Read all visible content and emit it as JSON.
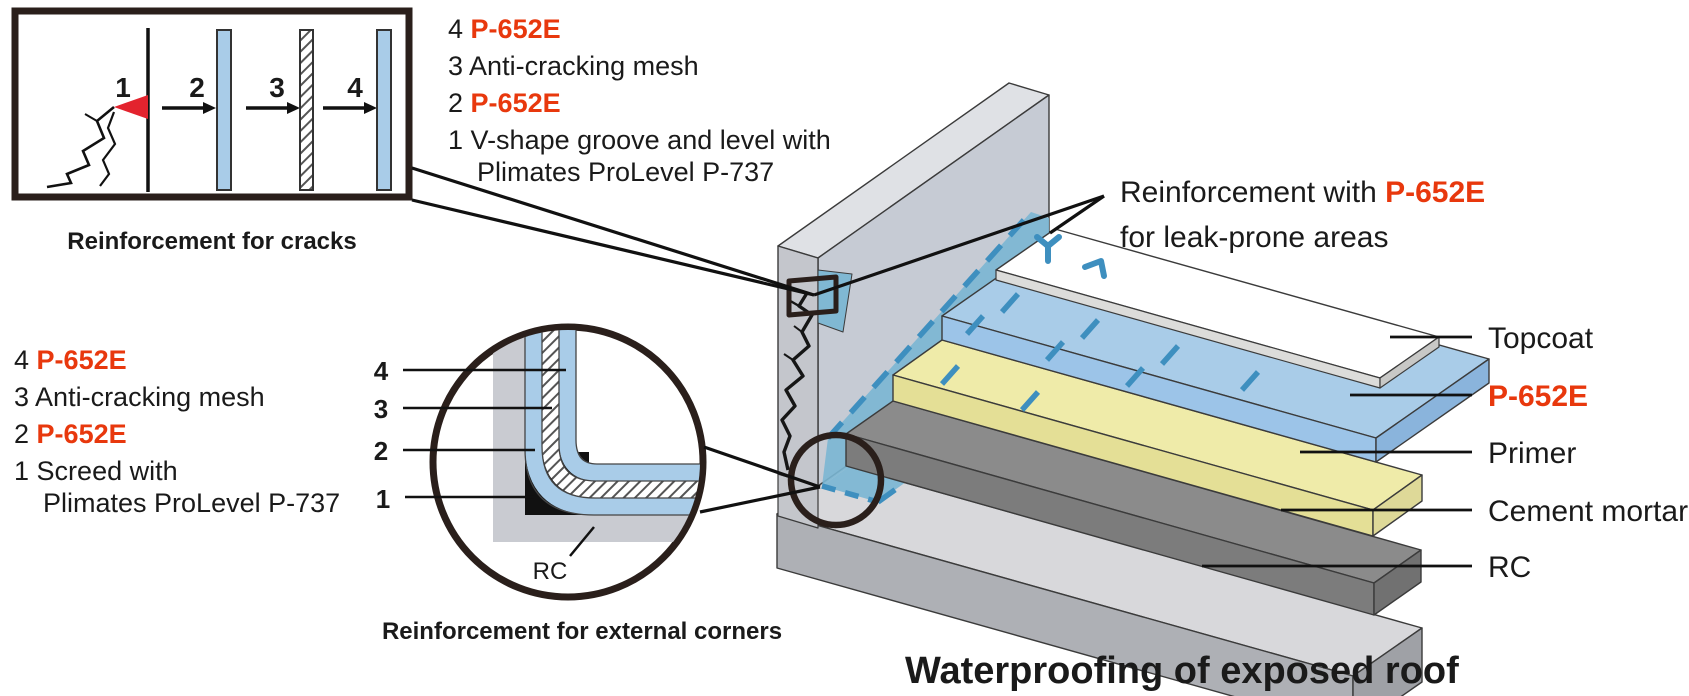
{
  "colors": {
    "accent_red": "#e8380d",
    "outline_dark": "#2a1f1b",
    "membrane_blue": "#7ab6d3",
    "dash_blue": "#3e8fbf",
    "layer_blue": "#a9cce8",
    "layer_yellow": "#efeba9",
    "layer_mortar": "#8b8b8b",
    "layer_rc": "#d8d8db"
  },
  "cracks_panel": {
    "caption": "Reinforcement for cracks",
    "step_numbers": [
      "1",
      "2",
      "3",
      "4"
    ]
  },
  "cracks_steps": {
    "items": [
      {
        "num": "4",
        "text": "P-652E"
      },
      {
        "num": "3",
        "text": "Anti-cracking mesh"
      },
      {
        "num": "2",
        "text": "P-652E"
      },
      {
        "num": "1",
        "text": "V-shape groove and level with"
      }
    ],
    "continuation": "Plimates ProLevel P-737"
  },
  "corner_steps": {
    "items": [
      {
        "num": "4",
        "text": "P-652E"
      },
      {
        "num": "3",
        "text": "Anti-cracking mesh"
      },
      {
        "num": "2",
        "text": "P-652E"
      },
      {
        "num": "1",
        "text": "Screed with"
      }
    ],
    "continuation": "Plimates ProLevel P-737"
  },
  "corner_detail": {
    "caption": "Reinforcement for external corners",
    "numbers": [
      "4",
      "3",
      "2",
      "1"
    ],
    "rc_label": "RC"
  },
  "roof_callout": {
    "prefix": "Reinforcement with ",
    "highlight": "P-652E",
    "line2": "for leak-prone areas"
  },
  "layer_labels": [
    {
      "text": "Topcoat"
    },
    {
      "text": "P-652E"
    },
    {
      "text": "Primer"
    },
    {
      "text": "Cement mortar"
    },
    {
      "text": "RC"
    }
  ],
  "title": "Waterproofing of exposed roof"
}
